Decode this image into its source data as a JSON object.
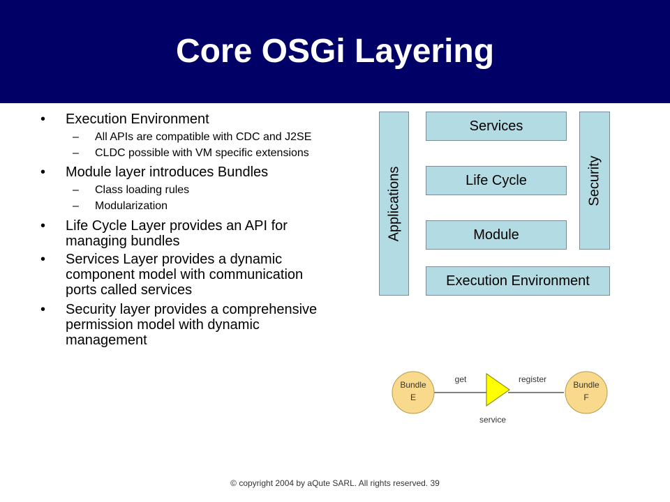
{
  "slide": {
    "title": "Core OSGi Layering",
    "footer": "© copyright 2004 by aQute SARL. All rights reserved. 39"
  },
  "bullets": [
    {
      "marker": "•",
      "text": "Execution Environment",
      "sub": [
        {
          "marker": "–",
          "text": "All APIs are compatible with CDC and J2SE"
        },
        {
          "marker": "–",
          "text": "CLDC possible with VM specific extensions"
        }
      ]
    },
    {
      "marker": "•",
      "text": "Module layer introduces Bundles",
      "sub": [
        {
          "marker": "–",
          "text": "Class loading rules"
        },
        {
          "marker": "–",
          "text": "Modularization"
        }
      ]
    },
    {
      "marker": "•",
      "text": "Life Cycle Layer provides an API for managing bundles"
    },
    {
      "marker": "•",
      "text": "Services Layer provides a dynamic component model with communication ports called services"
    },
    {
      "marker": "•",
      "text": "Security layer provides a comprehensive permission model with dynamic management"
    }
  ],
  "layers": {
    "applications": "Applications",
    "services": "Services",
    "life_cycle": "Life Cycle",
    "module": "Module",
    "security": "Security",
    "execution_environment": "Execution Environment"
  },
  "service_diagram": {
    "bundle_e_line1": "Bundle",
    "bundle_e_line2": "E",
    "bundle_f_line1": "Bundle",
    "bundle_f_line2": "F",
    "get_label": "get",
    "register_label": "register",
    "service_label": "service"
  },
  "colors": {
    "header_bg": "#000066",
    "layer_fill": "#b3dbe3",
    "bundle_fill": "#f9d98c",
    "service_fill": "#ffff00"
  }
}
